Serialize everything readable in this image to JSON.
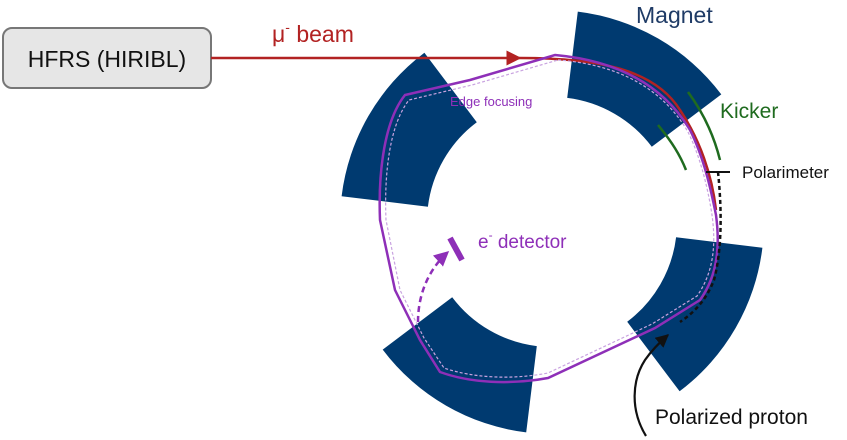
{
  "source_box": {
    "label": "HFRS (HIRIBL)"
  },
  "labels": {
    "beam_prefix": "μ",
    "beam_sup": "-",
    "beam_suffix": " beam",
    "magnet": "Magnet",
    "kicker": "Kicker",
    "polarimeter": "Polarimeter",
    "edge_focusing": "Edge focusing",
    "detector_prefix": "e",
    "detector_sup": "-",
    "detector_suffix": " detector",
    "polarized_proton": "Polarized proton"
  },
  "colors": {
    "magnet": "#003a70",
    "beam": "#b22222",
    "orbit": "#8e2fb8",
    "kicker": "#1f6b1f",
    "magnet_label": "#1f3b66",
    "box_fill": "#e6e6e6",
    "box_stroke": "#777777",
    "text": "#111111"
  }
}
